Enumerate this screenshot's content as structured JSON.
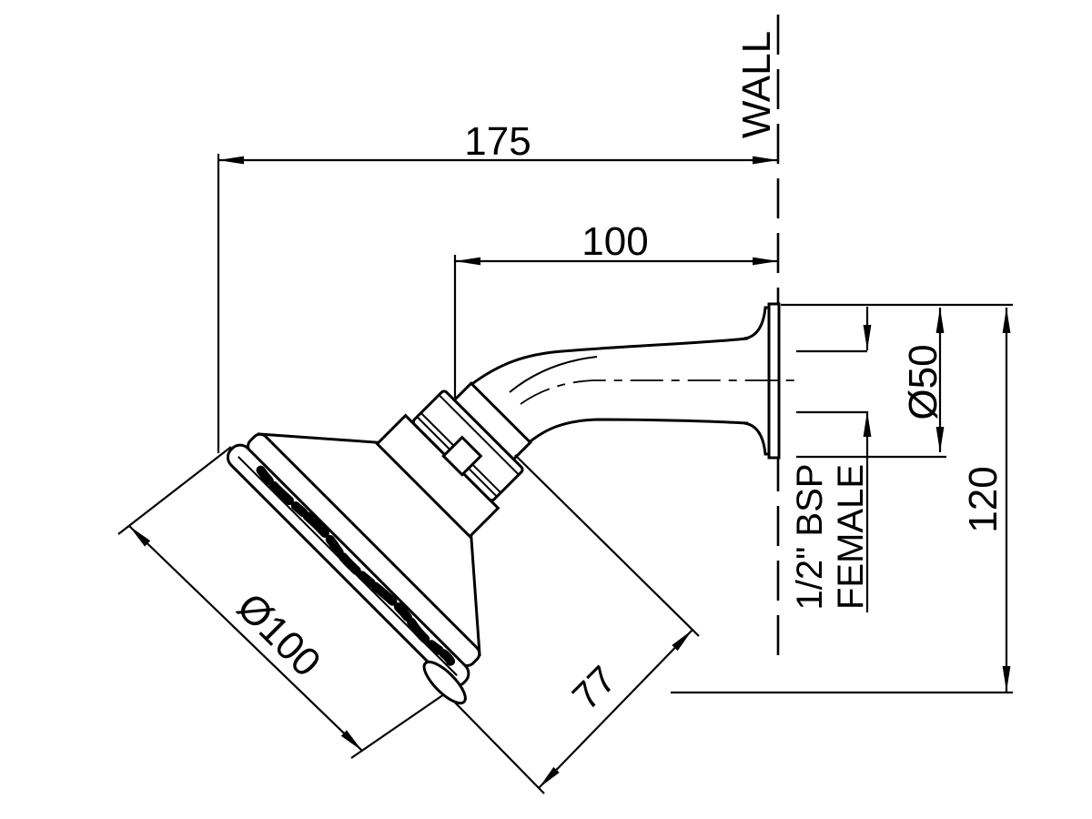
{
  "title": "Shower head installation dimension drawing",
  "labels": {
    "wall": "WALL",
    "thread_line1": "1/2\" BSP",
    "thread_line2": "FEMALE"
  },
  "dimensions": {
    "head_tip_to_wall": "175",
    "arm_joint_to_wall": "100",
    "flange_diameter": "Ø50",
    "vertical_drop": "120",
    "head_face_diameter": "Ø100",
    "head_depth": "77"
  },
  "colors": {
    "line": "#000000",
    "background": "#ffffff"
  }
}
